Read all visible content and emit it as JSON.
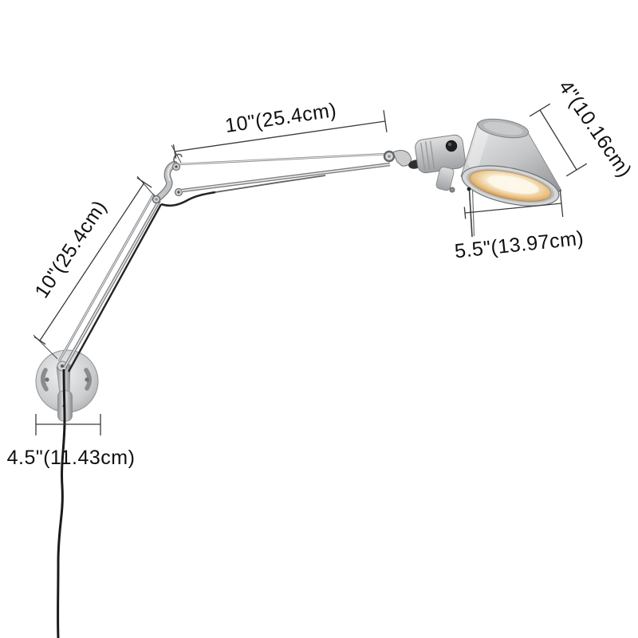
{
  "image": {
    "type": "product-dimension-diagram",
    "product": "swing-arm articulating wall lamp with conical shade",
    "background": "#ffffff"
  },
  "annotations": {
    "upper_arm_length": "10\"(25.4cm)",
    "lower_arm_length": "10\"(25.4cm)",
    "shade_height": "4\"(10.16cm)",
    "shade_diameter": "5.5\"(13.97cm)",
    "wall_plate_diameter": "4.5\"(11.43cm)"
  },
  "colors": {
    "metal_silver": "#c9cacc",
    "metal_dark": "#7c7e81",
    "glow_warm": "#e8c084",
    "glow_center": "#fdf8ea",
    "cord_black": "#1b1b1b",
    "dimension_line": "#3a3a3a",
    "label_text": "#101010"
  }
}
